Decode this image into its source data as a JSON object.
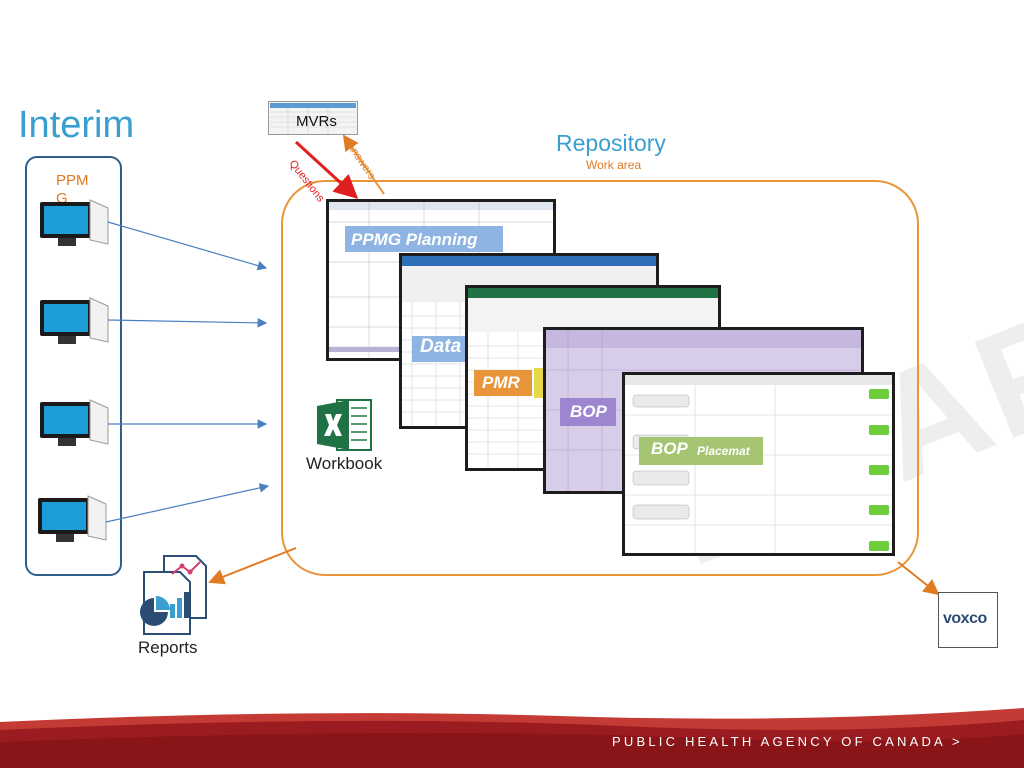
{
  "title": "Interim",
  "repository": {
    "title": "Repository",
    "subtitle": "Work area"
  },
  "users": {
    "label": "PPMG"
  },
  "mvrs": {
    "label": "MVRs",
    "questions": "Questions",
    "answers": "Answers"
  },
  "sheets": {
    "planning": "PPMG Planning",
    "data": "Data",
    "pmr": "PMR",
    "bop": "BOP",
    "bop_placemat_main": "BOP",
    "bop_placemat_sub": "Placemat"
  },
  "workbook": {
    "label": "Workbook"
  },
  "reports": {
    "label": "Reports"
  },
  "voxco": {
    "label": "voxco"
  },
  "watermark": "DRAFT",
  "footer": {
    "agency": "PUBLIC HEALTH AGENCY OF CANADA >"
  },
  "colors": {
    "accent_blue": "#3a9fd0",
    "orange": "#e07b22",
    "navy": "#2e5f8a",
    "footer_red": "#b3262a"
  }
}
